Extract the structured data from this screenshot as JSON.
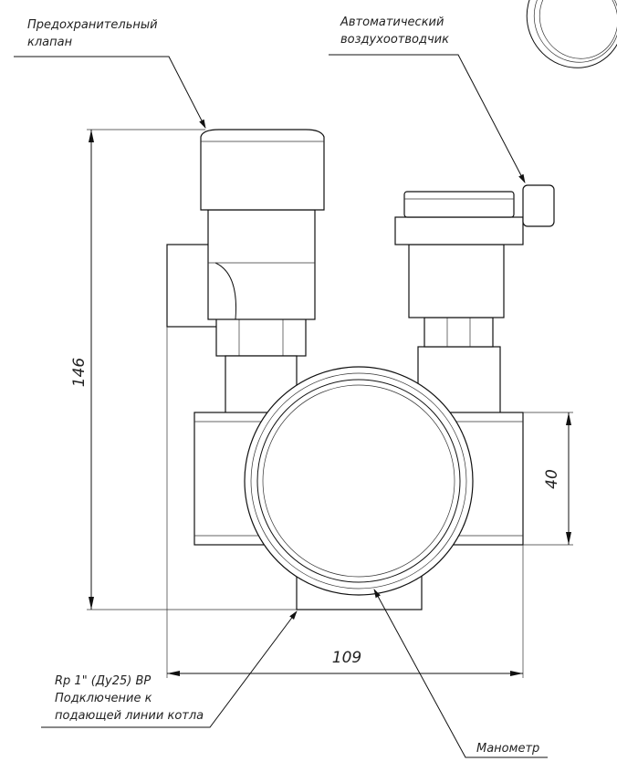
{
  "labels": {
    "safety_valve": [
      "Предохранительный",
      "клапан"
    ],
    "air_vent": [
      "Автоматический",
      "воздухоотводчик"
    ],
    "connection": [
      "Rp 1\" (Ду25) ВР",
      "Подключение к",
      "подающей линии котла"
    ],
    "gauge": "Манометр"
  },
  "dimensions": {
    "height": "146",
    "pipe": "40",
    "width": "109"
  }
}
